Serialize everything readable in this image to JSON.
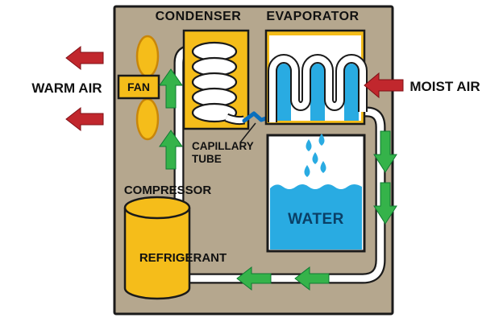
{
  "diagram": {
    "labels": {
      "condenser": "CONDENSER",
      "evaporator": "EVAPORATOR",
      "fan": "FAN",
      "warm_air": "WARM AIR",
      "moist_air": "MOIST AIR",
      "capillary_tube": "CAPILLARY\nTUBE",
      "compressor": "COMPRESSOR",
      "refrigerant": "REFRIGERANT",
      "water": "WATER"
    },
    "arrows": {
      "warm_air_out": {
        "color": "red",
        "direction": "left",
        "count": 2
      },
      "moist_air_in": {
        "color": "red",
        "direction": "left",
        "count": 1
      },
      "internal_airflow_up": {
        "color": "green",
        "direction": "up",
        "count": 2
      },
      "internal_airflow_down": {
        "color": "green",
        "direction": "down",
        "count": 2
      },
      "internal_airflow_bottom": {
        "color": "green",
        "direction": "left",
        "count": 2
      }
    }
  },
  "colors": {
    "background": "#ffffff",
    "unit_body": "#b5a78e",
    "outline": "#1a1a1a",
    "red_arrow": "#c1272d",
    "green_arrow": "#35b34a",
    "component_yellow": "#f5bd1a",
    "fan_outline": "#c8860a",
    "water_blue": "#29abe2",
    "capillary_blue": "#0a6fbd",
    "water_text": "#0a3f66",
    "pipe_white": "#ffffff"
  }
}
